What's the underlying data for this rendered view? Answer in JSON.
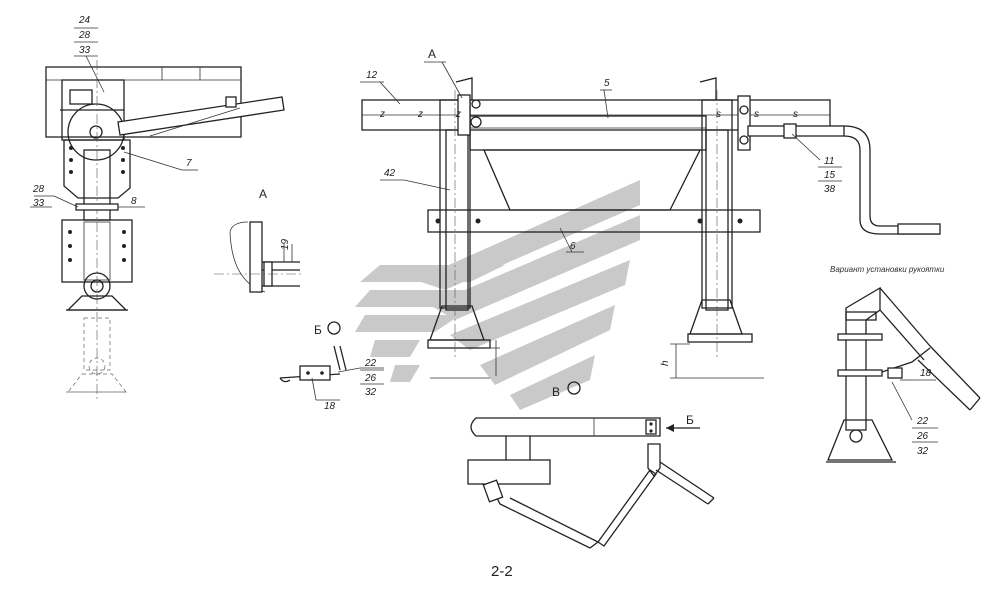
{
  "labels": {
    "l24": "24",
    "l28a": "28",
    "l33a": "33",
    "l28b": "28",
    "l33b": "33",
    "l8": "8",
    "l7": "7",
    "l12": "12",
    "lA": "A",
    "l5": "5",
    "l42": "42",
    "l6": "6",
    "l11": "11",
    "l15": "15",
    "l38": "38",
    "l22a": "22",
    "l26a": "26",
    "l32a": "32",
    "l18a": "18",
    "l22b": "22",
    "l26b": "26",
    "l32b": "32",
    "l18b": "18"
  },
  "view_labels": {
    "view_a_title": "A",
    "view_b": "Б",
    "view_v": "В",
    "arrow_b": "Б",
    "dim_h": "h",
    "dim_19": "19"
  },
  "caption": "Вариант установки рукоятки",
  "sheet_number": "2-2",
  "colors": {
    "line": "#222222",
    "watermark": "#c9c9c9",
    "background": "#ffffff"
  }
}
